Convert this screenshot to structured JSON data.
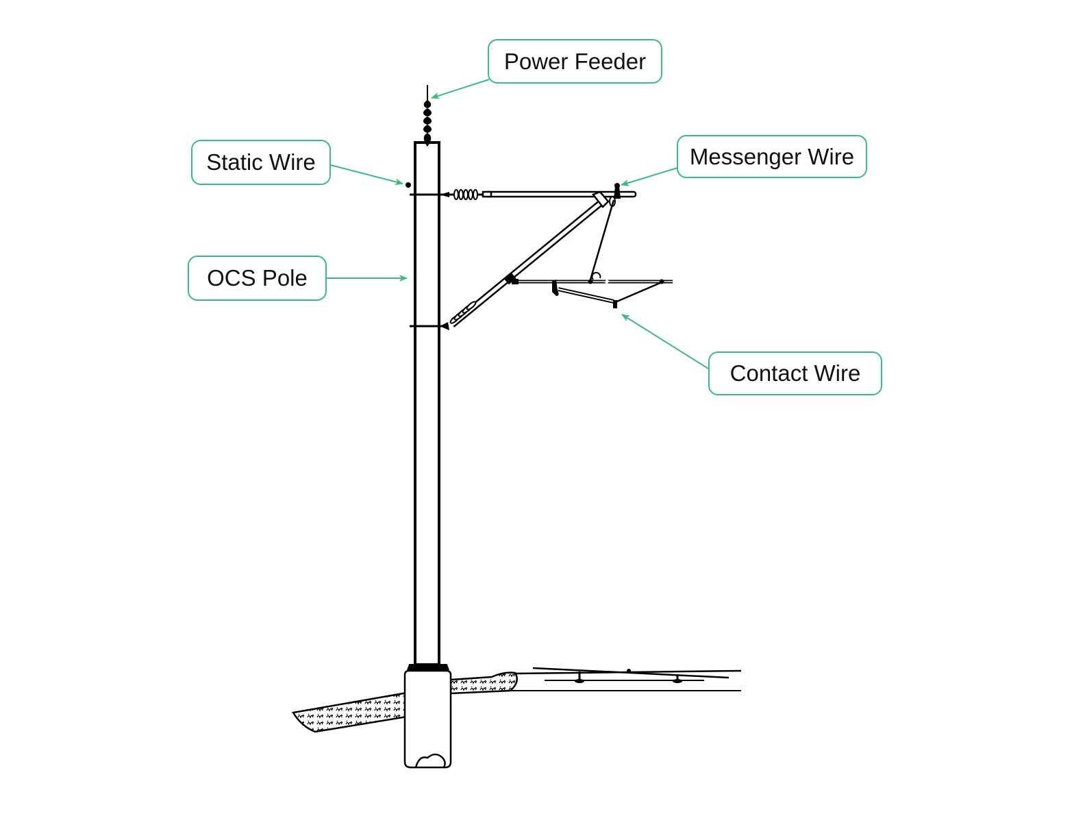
{
  "diagram": {
    "subject": "Overhead Contact System (OCS) pole assembly",
    "accent_color": "#3dba7c",
    "line_color": "#000000",
    "labels": {
      "power_feeder": "Power Feeder",
      "static_wire": "Static Wire",
      "messenger_wire": "Messenger Wire",
      "ocs_pole": "OCS Pole",
      "contact_wire": "Contact Wire"
    }
  }
}
